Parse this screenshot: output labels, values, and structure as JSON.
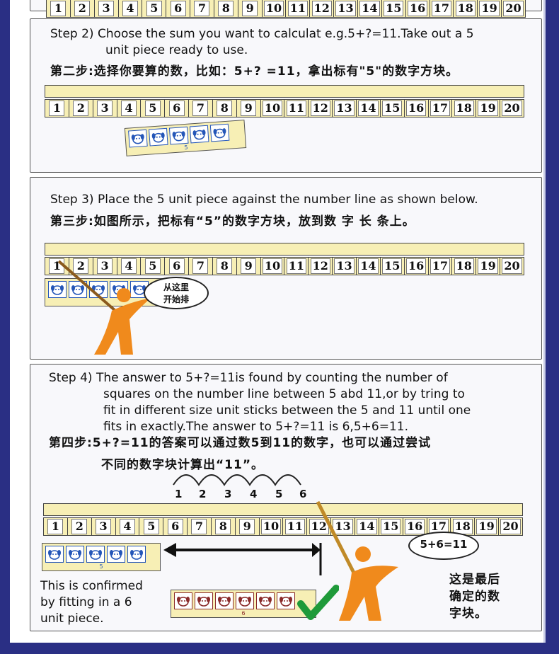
{
  "numbers": [
    "1",
    "2",
    "3",
    "4",
    "5",
    "6",
    "7",
    "8",
    "9",
    "10",
    "11",
    "12",
    "13",
    "14",
    "15",
    "16",
    "17",
    "18",
    "19",
    "20"
  ],
  "top_row_partial": [
    "1",
    "2",
    "3",
    "4",
    "5",
    "6",
    "7",
    "8",
    "9",
    "10",
    "11",
    "12",
    "13",
    "14",
    "15",
    "16",
    "17",
    "18",
    "19",
    "20"
  ],
  "step2": {
    "en_line1": "Step 2) Choose the sum you want to calculat e.g.5+?=11.Take out a 5",
    "en_line2": "unit piece ready to use.",
    "cn": "第二步:选择你要算的数，比如：5+? =11，拿出标有\"5\"的数字方块。",
    "piece_label": "5"
  },
  "step3": {
    "en": "Step 3) Place the 5 unit piece against the number line as shown below.",
    "cn": "第三步:如图所示，把标有“5”的数字方块，放到数 字 长 条上。",
    "bubble_line1": "从这里",
    "bubble_line2": "开始排"
  },
  "step4": {
    "en_line1": "Step 4) The answer to 5+?=11is found by counting the number of",
    "en_line2": "squares on the number line between 5 abd 11,or by tring to",
    "en_line3": "fit in different size unit sticks between the 5 and 11 until one",
    "en_line4": "fits in exactly.The answer to 5+?=11 is 6,5+6=11.",
    "cn_line1": "第四步:5+?=11的答案可以通过数5到11的数字，也可以通过尝试",
    "cn_line2": "不同的数字块计算出“11”。",
    "arc_numbers": [
      "1",
      "2",
      "3",
      "4",
      "5",
      "6"
    ],
    "confirm_line1": "This is confirmed",
    "confirm_line2": "by fitting in a 6",
    "confirm_line3": "unit piece.",
    "equation_bubble": "5+6=11",
    "cn_right_line1": "这是最后",
    "cn_right_line2": "确定的数",
    "cn_right_line3": "字块。",
    "piece5_label": "5",
    "piece6_label": "6"
  },
  "colors": {
    "border_blue": "#2a2f84",
    "bar_yellow": "#f7efb5",
    "figure_orange": "#f08a1c",
    "check_green": "#1f9a3a"
  }
}
